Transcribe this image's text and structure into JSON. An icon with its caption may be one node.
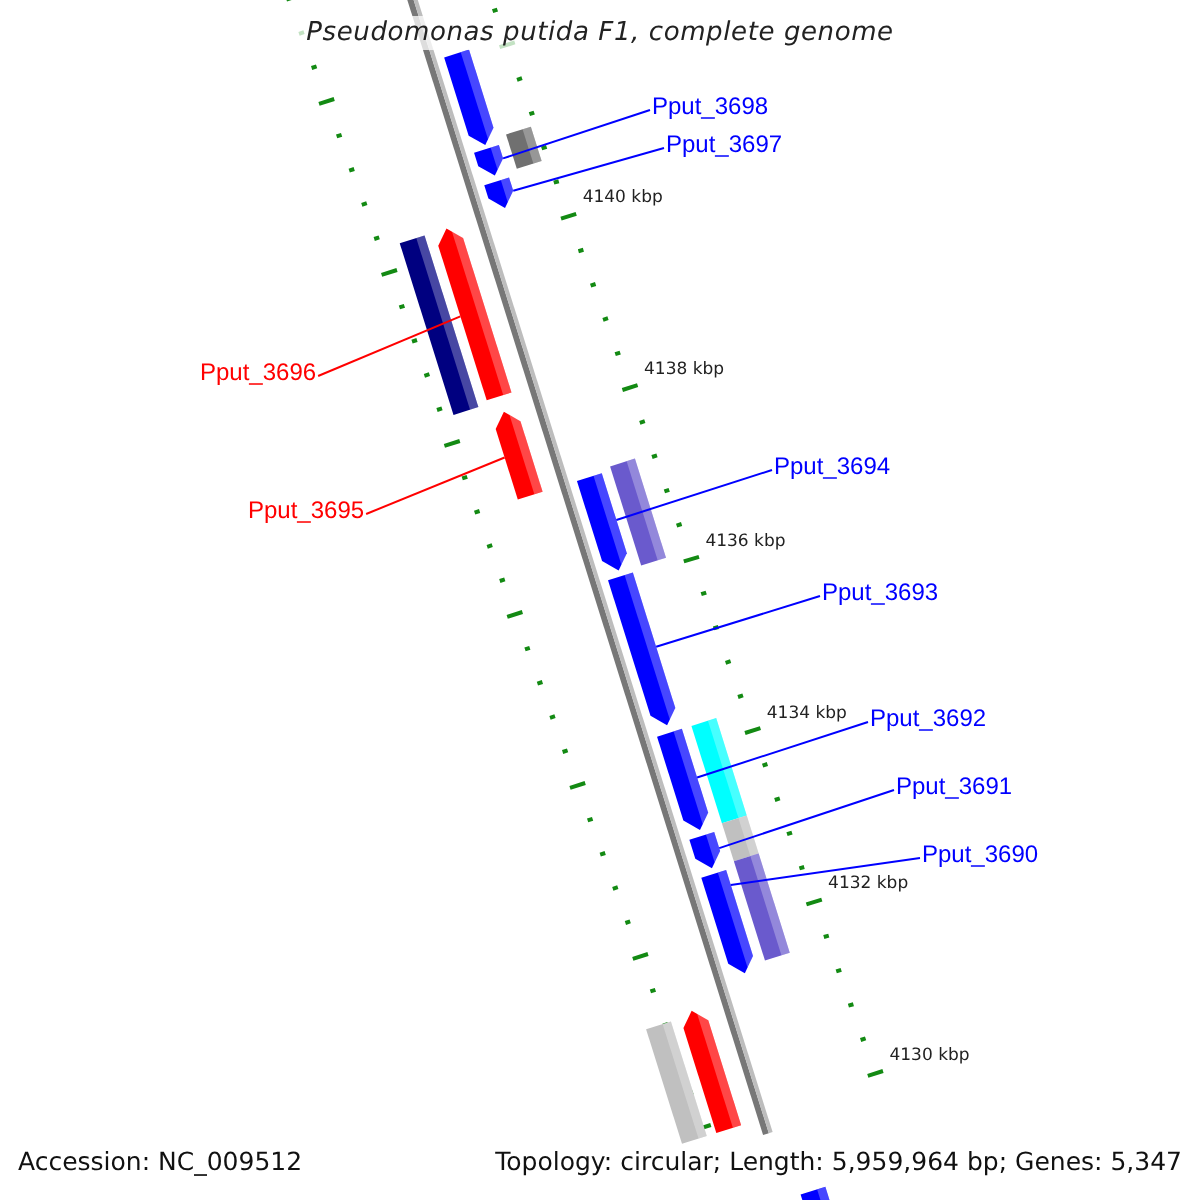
{
  "diagram": {
    "title": "Pseudomonas putida F1, complete genome",
    "nodes": [
      {
        "text": [
          "Pput_3698"
        ]
      },
      {
        "text": [
          "Pput_3697"
        ]
      },
      {
        "text": [
          "Pput_3696"
        ]
      },
      {
        "text": [
          "Pput_3695"
        ]
      },
      {
        "text": [
          "Pput_3694"
        ]
      },
      {
        "text": [
          "Pput_3693"
        ]
      },
      {
        "text": [
          "Pput_3692"
        ]
      },
      {
        "text": [
          "Pput_3691"
        ]
      },
      {
        "text": [
          "Pput_3690"
        ]
      },
      {
        "text": [],
        "shape": "bar"
      },
      {
        "text": [],
        "shape": "bar"
      },
      {
        "text": [],
        "shape": "bar"
      },
      {
        "text": [],
        "shape": "bar"
      },
      {
        "text": [],
        "shape": "bar"
      },
      {
        "text": [],
        "shape": "bar"
      },
      {
        "text": [],
        "shape": "bar"
      },
      {
        "text": [],
        "shape": "bar"
      },
      {
        "text": [],
        "shape": "bar"
      },
      {
        "text": [],
        "shape": "bar"
      },
      {
        "text": [],
        "shape": "bar"
      },
      {
        "text": [],
        "shape": "bar"
      },
      {
        "text": [],
        "shape": "bar"
      },
      {
        "text": [],
        "shape": "bar"
      },
      {
        "text": [],
        "shape": "bar"
      },
      {
        "text": [],
        "shape": "bar"
      },
      {
        "text": [],
        "shape": "bar"
      },
      {
        "text": [],
        "shape": "bar"
      },
      {
        "text": [],
        "shape": "bar"
      }
    ],
    "edges": [
      {
        "from": 0,
        "to": 10,
        "arrow": "none"
      },
      {
        "from": 1,
        "to": 12,
        "arrow": "none"
      },
      {
        "from": 2,
        "to": 14,
        "arrow": "none",
        "color": "#ff0000"
      },
      {
        "from": 3,
        "to": 15,
        "arrow": "none",
        "color": "#ff0000"
      },
      {
        "from": 4,
        "to": 17,
        "arrow": "none"
      },
      {
        "from": 5,
        "to": 18,
        "arrow": "none"
      },
      {
        "from": 6,
        "to": 20,
        "arrow": "none"
      },
      {
        "from": 7,
        "to": 22,
        "arrow": "none"
      },
      {
        "from": 8,
        "to": 24,
        "arrow": "none"
      }
    ],
    "labels": [
      "4140 kbp",
      "4138 kbp",
      "4136 kbp",
      "4134 kbp",
      "4132 kbp",
      "4130 kbp",
      "Accession: NC_009512",
      "Topology: circular; Length: 5,959,964 bp; Genes: 5,347"
    ]
  }
}
